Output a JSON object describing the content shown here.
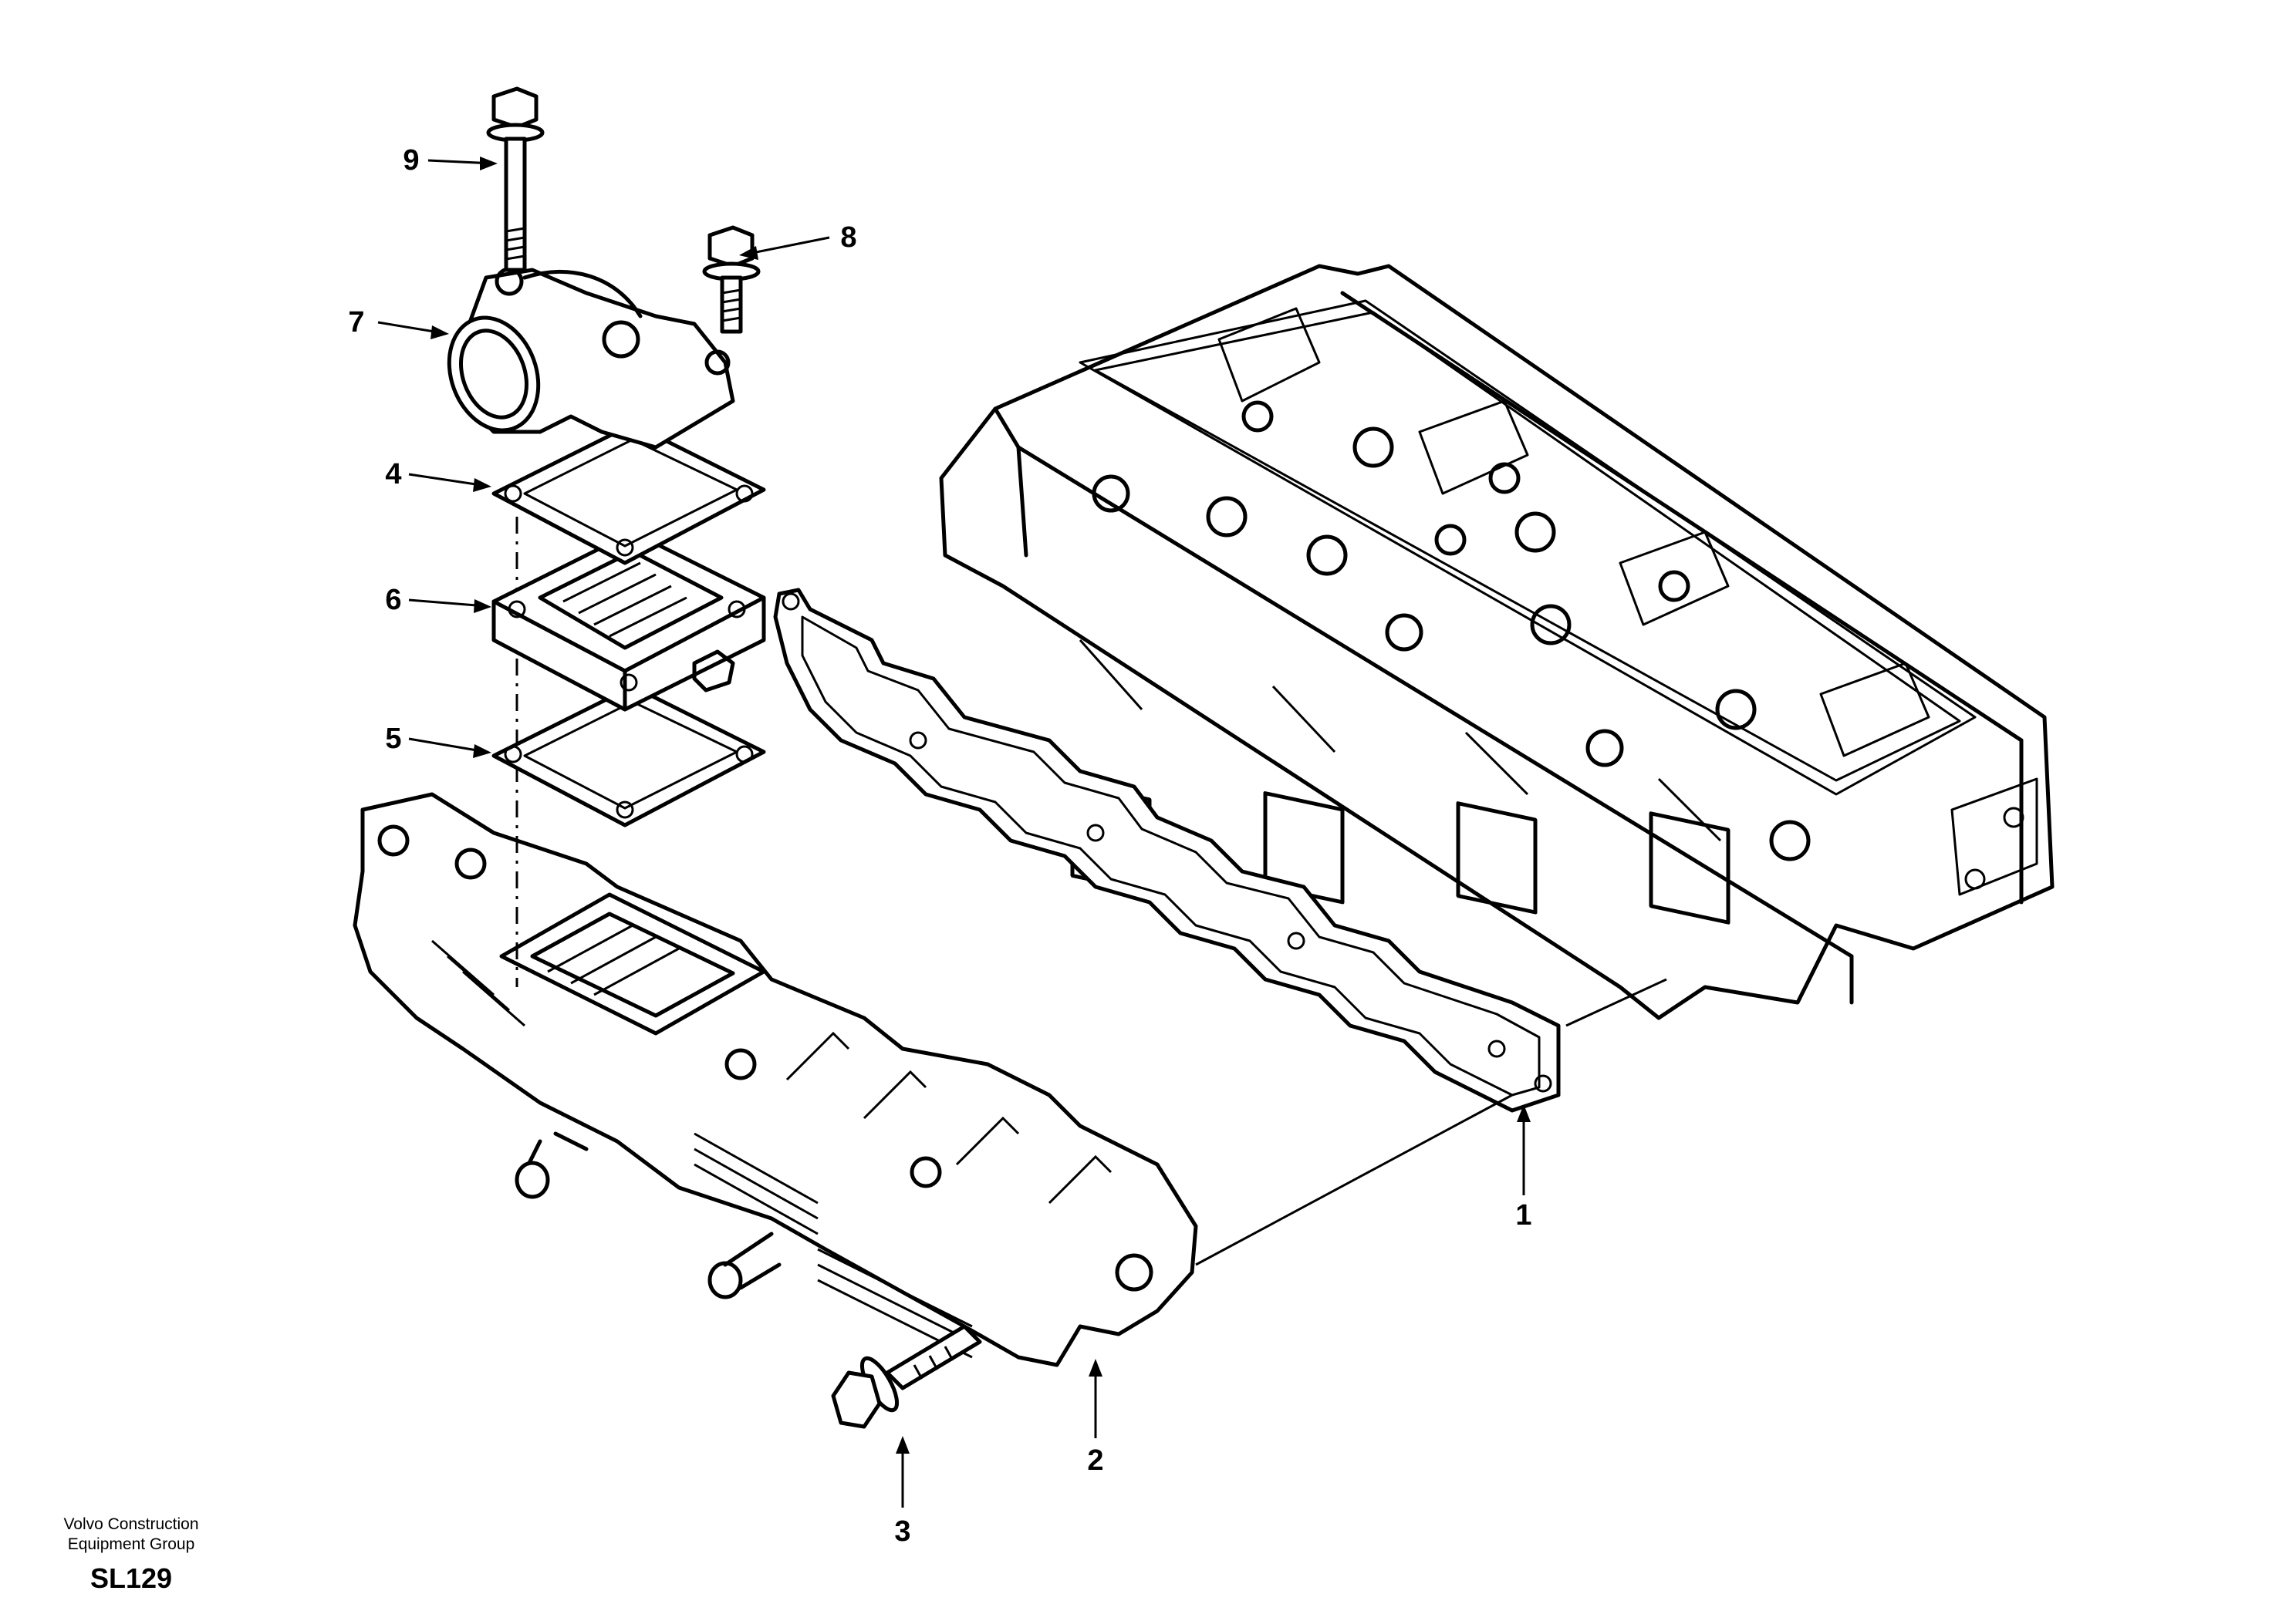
{
  "callouts": [
    "1",
    "2",
    "3",
    "4",
    "5",
    "6",
    "7",
    "8",
    "9"
  ],
  "footer": {
    "org_line1": "Volvo Construction",
    "org_line2": "Equipment Group",
    "code": "SL129"
  }
}
